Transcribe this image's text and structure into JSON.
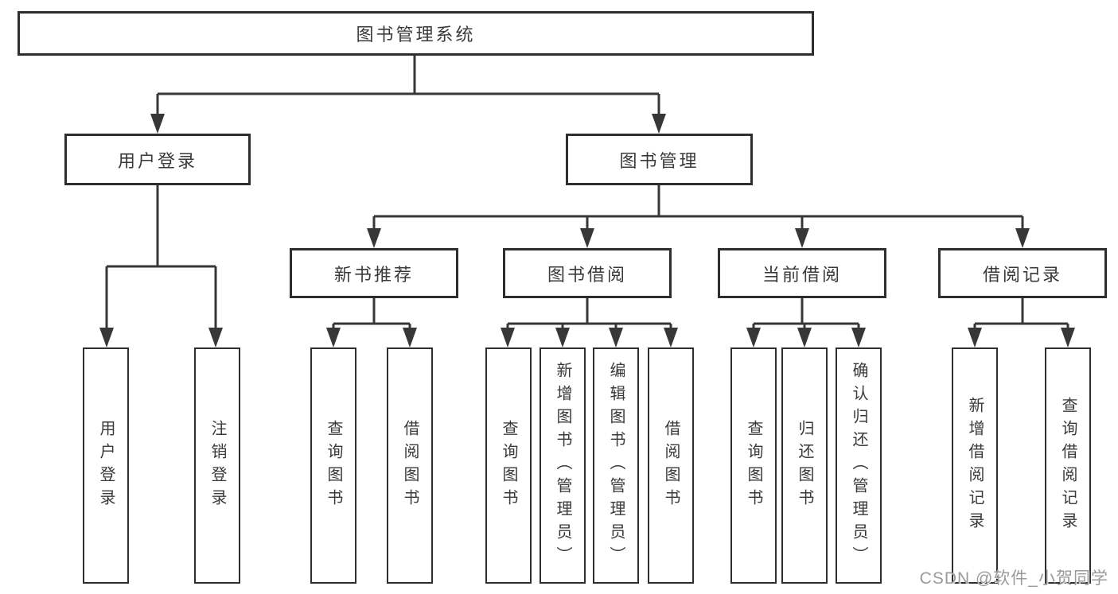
{
  "diagram_title": "图书管理系统",
  "colors": {
    "line": "#373737",
    "box_border": "#2e2e2e",
    "text": "#3a3a3a",
    "watermark": "#9a9a9a",
    "background": "#ffffff"
  },
  "watermark": {
    "text": "CSDN @软件_小贺同学"
  },
  "tree": {
    "label": "图书管理系统",
    "children": [
      {
        "label": "用户登录",
        "children": [
          {
            "label": "用户登录"
          },
          {
            "label": "注销登录"
          }
        ]
      },
      {
        "label": "图书管理",
        "children": [
          {
            "label": "新书推荐",
            "children": [
              {
                "label": "查询图书"
              },
              {
                "label": "借阅图书"
              }
            ]
          },
          {
            "label": "图书借阅",
            "children": [
              {
                "label": "查询图书"
              },
              {
                "label": "新增图书（管理员）"
              },
              {
                "label": "编辑图书（管理员）"
              },
              {
                "label": "借阅图书"
              }
            ]
          },
          {
            "label": "当前借阅",
            "children": [
              {
                "label": "查询图书"
              },
              {
                "label": "归还图书"
              },
              {
                "label": "确认归还（管理员）"
              }
            ]
          },
          {
            "label": "借阅记录",
            "children": [
              {
                "label": "新增借阅记录"
              },
              {
                "label": "查询借阅记录"
              }
            ]
          }
        ]
      }
    ]
  }
}
